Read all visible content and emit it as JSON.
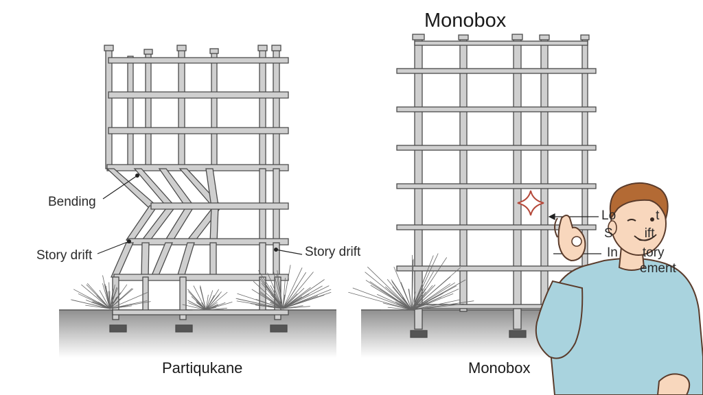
{
  "title": "Monobox",
  "captions": {
    "left": "Partiqukane",
    "right": "Monobox"
  },
  "left_annotations": {
    "bending": "Bending",
    "story_drift_left": "Story drift",
    "story_drift_right": "Story drift"
  },
  "right_annotations": {
    "line1": "Lo",
    "line1_tail": "t",
    "line2": "S",
    "line2_tail": "ift",
    "line3": "In",
    "line3_tail": "tory",
    "line4": "ement"
  },
  "colors": {
    "steel_fill": "#cfcfcf",
    "steel_edge": "#4a4a4a",
    "ground": "#9e9e9e",
    "shirt": "#a9d3de",
    "hair": "#b36a34",
    "skin": "#f8d7bd",
    "sparkle": "#b5493a"
  },
  "icons": {
    "sparkle": "sparkle-icon",
    "person": "person-ok-gesture-illustration"
  }
}
